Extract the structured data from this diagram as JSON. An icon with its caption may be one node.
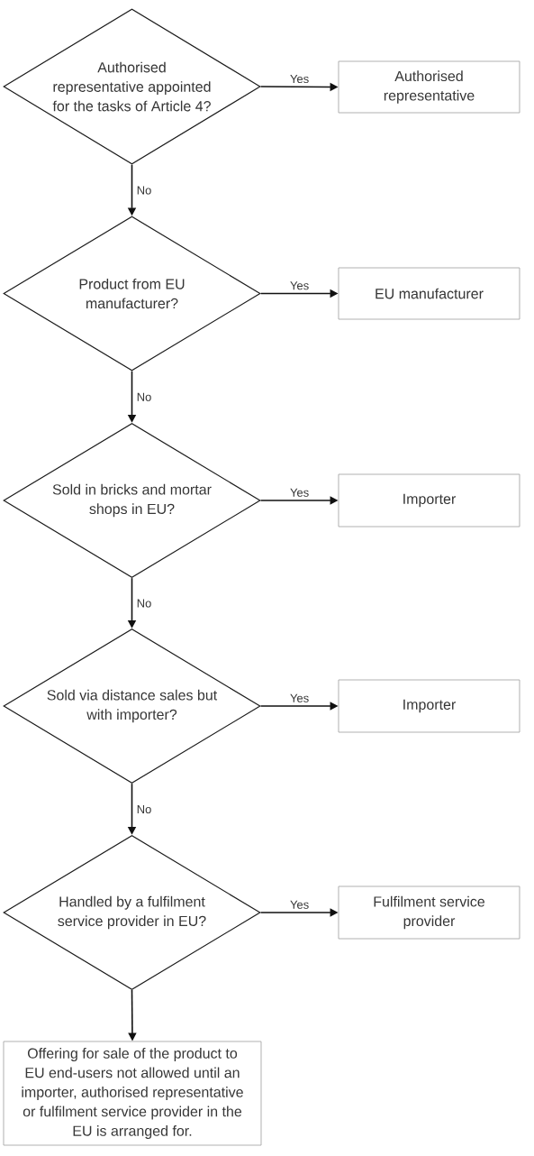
{
  "diagram": {
    "nodes": [
      {
        "text": [
          "Authorised representative appointed for the tasks of Article 4?"
        ]
      },
      {
        "text": [
          "Authorised representative"
        ]
      },
      {
        "text": [
          "Product from EU manufacturer?"
        ]
      },
      {
        "text": [
          "EU manufacturer"
        ]
      },
      {
        "text": [
          "Sold in bricks and mortar shops in EU?"
        ]
      },
      {
        "text": [
          "Importer"
        ]
      },
      {
        "text": [
          "Sold via distance sales but with importer?"
        ]
      },
      {
        "text": [
          "Importer"
        ]
      },
      {
        "text": [
          "Handled by a fulfilment service provider in EU?"
        ]
      },
      {
        "text": [
          "Fulfilment service provider"
        ]
      },
      {
        "text": [
          "Offering for sale of the product to EU end-users not allowed until an importer, authorised representative or fulfilment service provider in the EU is arranged for."
        ]
      }
    ],
    "edges": [
      {
        "from": 0,
        "to": 1,
        "arrow": "to",
        "label": "Yes"
      },
      {
        "from": 0,
        "to": 2,
        "arrow": "to",
        "label": "No"
      },
      {
        "from": 2,
        "to": 3,
        "arrow": "to",
        "label": "Yes"
      },
      {
        "from": 2,
        "to": 4,
        "arrow": "to",
        "label": "No"
      },
      {
        "from": 4,
        "to": 5,
        "arrow": "to",
        "label": "Yes"
      },
      {
        "from": 4,
        "to": 6,
        "arrow": "to",
        "label": "No"
      },
      {
        "from": 6,
        "to": 7,
        "arrow": "to",
        "label": "Yes"
      },
      {
        "from": 6,
        "to": 8,
        "arrow": "to",
        "label": "No"
      },
      {
        "from": 8,
        "to": 9,
        "arrow": "to",
        "label": "Yes"
      },
      {
        "from": 8,
        "to": 10,
        "arrow": "to"
      }
    ]
  }
}
